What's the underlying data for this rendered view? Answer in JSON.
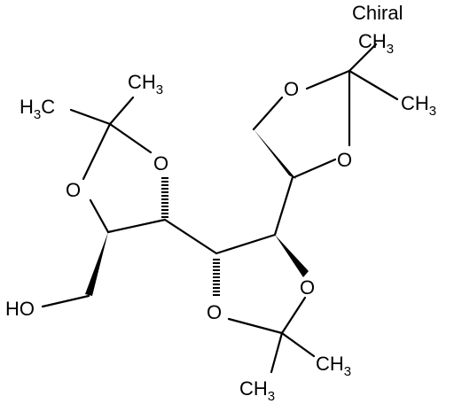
{
  "chiral_label": "Chiral",
  "atoms": {
    "top_ring_o_upper": "O",
    "top_ring_o_lower": "O",
    "top_right_ch3_upper": "CH3",
    "top_right_ch3_lower": "CH3",
    "left_ring_o_upper": "O",
    "left_ring_o_lower": "O",
    "left_ch3_upper": "CH3",
    "left_ch3_lower": "H3C",
    "hydroxyl": "HO",
    "mid_ring_o_upper": "O",
    "mid_ring_o_lower": "O",
    "mid_ch3_right": "CH3",
    "mid_ch3_bottom": "CH3"
  },
  "colors": {
    "ink": "#000000",
    "background": "#ffffff"
  }
}
